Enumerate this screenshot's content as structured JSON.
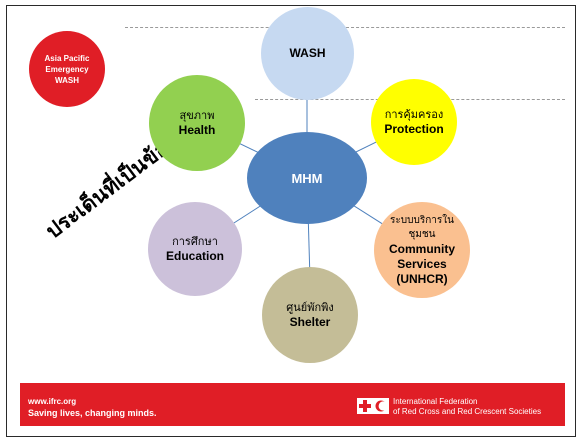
{
  "badge": {
    "lines": [
      "Asia Pacific",
      "Emergency",
      "WASH"
    ]
  },
  "diagram_title": "ประเด็นที่เป็นข้อโต้เถียง",
  "hub": {
    "label": "MHM",
    "fill": "#4f81bd"
  },
  "nodes": [
    {
      "id": "wash",
      "thai": "",
      "english": [
        "WASH"
      ],
      "fill": "#c6d9f1"
    },
    {
      "id": "protection",
      "thai": "การคุ้มครอง",
      "english": [
        "Protection"
      ],
      "fill": "#ffff00"
    },
    {
      "id": "community",
      "thai": "ระบบบริการในชุมชน",
      "english": [
        "Community",
        "Services",
        "(UNHCR)"
      ],
      "fill": "#fac090"
    },
    {
      "id": "shelter",
      "thai": "ศูนย์พักพิง",
      "english": [
        "Shelter"
      ],
      "fill": "#c4bd97"
    },
    {
      "id": "education",
      "thai": "การศึกษา",
      "english": [
        "Education"
      ],
      "fill": "#ccc1da"
    },
    {
      "id": "health",
      "thai": "สุขภาพ",
      "english": [
        "Health"
      ],
      "fill": "#92d050"
    }
  ],
  "footer": {
    "url": "www.ifrc.org",
    "slogan": "Saving lives, changing minds.",
    "org_lines": [
      "International Federation",
      "of Red Cross and Red Crescent Societies"
    ],
    "bar_color": "#e01e26"
  }
}
